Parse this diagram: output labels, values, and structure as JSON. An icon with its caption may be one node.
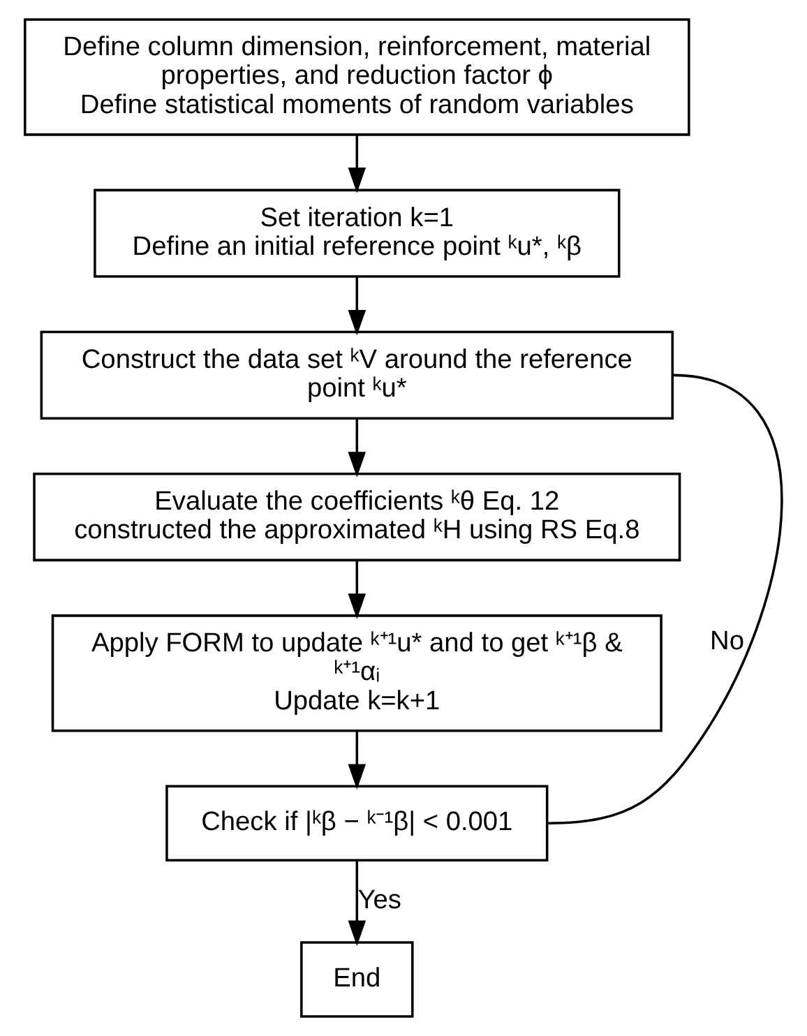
{
  "diagram": {
    "nodes": [
      {
        "text": [
          "Define column dimension, reinforcement, material properties, and reduction factor ϕ",
          "Define statistical moments of random variables"
        ]
      },
      {
        "text": [
          "Set iteration k=1",
          "Define an initial reference point ᵏu*, ᵏβ"
        ]
      },
      {
        "text": [
          "Construct the data set ᵏV around the reference point ᵏu*"
        ]
      },
      {
        "text": [
          "Evaluate the coefficients ᵏθ Eq. 12",
          "constructed the approximated ᵏH using RS Eq.8"
        ]
      },
      {
        "text": [
          "Apply FORM to update ᵏ⁺¹u* and to get ᵏ⁺¹β & ᵏ⁺¹αᵢ",
          "Update k=k+1"
        ]
      },
      {
        "text": [
          "Check if |ᵏβ − ᵏ⁻¹β| < 0.001"
        ]
      },
      {
        "text": [
          "End"
        ]
      }
    ],
    "edges": [
      {
        "from": 0,
        "to": 1,
        "arrow": "to"
      },
      {
        "from": 1,
        "to": 2,
        "arrow": "to"
      },
      {
        "from": 2,
        "to": 3,
        "arrow": "to"
      },
      {
        "from": 3,
        "to": 4,
        "arrow": "to"
      },
      {
        "from": 4,
        "to": 5,
        "arrow": "to"
      },
      {
        "from": 5,
        "to": 6,
        "arrow": "to",
        "label": "Yes"
      },
      {
        "from": 5,
        "to": 2,
        "arrow": "none",
        "label": "No"
      }
    ]
  }
}
